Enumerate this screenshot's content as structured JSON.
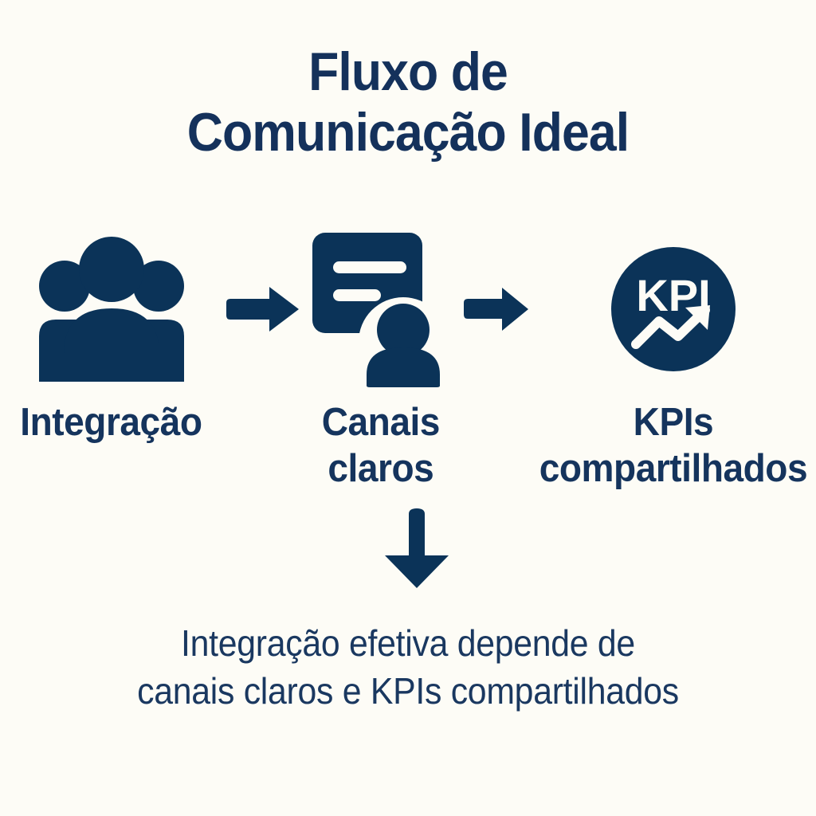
{
  "page": {
    "background_color": "#fdfcf6",
    "icon_color": "#0b3358",
    "text_color": "#15345d",
    "accent_white": "#fdfcf6"
  },
  "title": {
    "line1": "Fluxo de",
    "line2": "Comunicação Ideal",
    "full": "Fluxo de Comunicação Ideal"
  },
  "steps": [
    {
      "id": "integracao",
      "label": "Integração",
      "icon": "people-group-icon"
    },
    {
      "id": "canais-claros",
      "label": "Canais\nclaros",
      "icon": "message-card-person-icon"
    },
    {
      "id": "kpis-compartilhados",
      "label": "KPIs\ncompartilhados",
      "icon": "kpi-circle-icon",
      "icon_text": "KPI"
    }
  ],
  "connectors": [
    {
      "id": "arrow-1",
      "icon": "arrow-right-icon"
    },
    {
      "id": "arrow-2",
      "icon": "arrow-right-icon"
    },
    {
      "id": "arrow-down",
      "icon": "arrow-down-icon"
    }
  ],
  "footer": {
    "line1": "Integração efetiva depende de",
    "line2": "canais claros e KPIs compartilhados",
    "full": "Integração efetiva depende de canais claros e KPIs compartilhados"
  }
}
